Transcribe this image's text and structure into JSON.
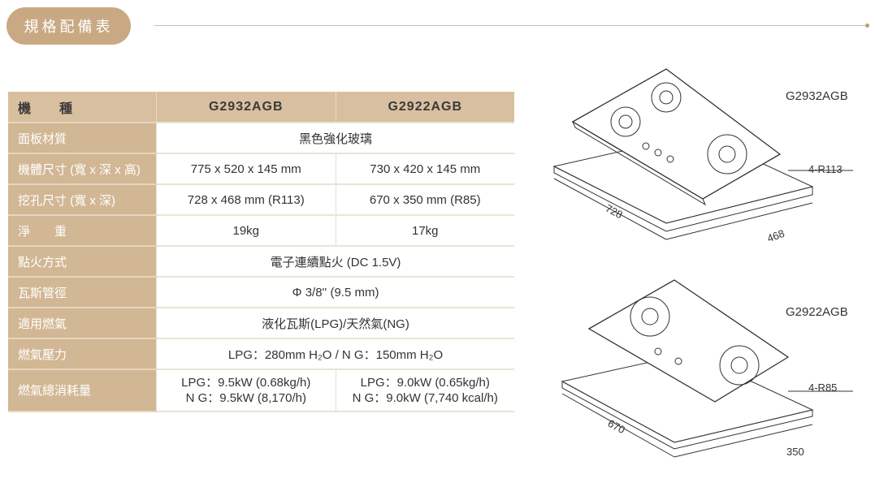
{
  "header": {
    "title": "規格配備表"
  },
  "table": {
    "models": [
      "G2932AGB",
      "G2922AGB"
    ],
    "model_label": "機　　種",
    "rows": [
      {
        "label": "面板材質",
        "span": "黑色強化玻璃"
      },
      {
        "label": "機體尺寸 (寬 x 深 x 高)",
        "a": "775 x 520 x 145 mm",
        "b": "730 x 420 x 145 mm"
      },
      {
        "label": "挖孔尺寸 (寬 x 深)",
        "a": "728 x 468 mm (R113)",
        "b": "670 x 350 mm (R85)"
      },
      {
        "label": "淨　　重",
        "a": "19kg",
        "b": "17kg"
      },
      {
        "label": "點火方式",
        "span": "電子連續點火 (DC 1.5V)"
      },
      {
        "label": "瓦斯管徑",
        "span": "Φ 3/8'' (9.5 mm)"
      },
      {
        "label": "適用燃氣",
        "span": "液化瓦斯(LPG)/天然氣(NG)"
      },
      {
        "label": "燃氣壓力",
        "span": "LPG：280mm H₂O / N G：150mm H₂O"
      },
      {
        "label": "燃氣總消耗量",
        "a1": "LPG：9.5kW (0.68kg/h)",
        "a2": "N G：9.5kW (8,170/h)",
        "b1": "LPG：9.0kW (0.65kg/h)",
        "b2": "N G：9.0kW (7,740 kcal/h)"
      }
    ]
  },
  "diagrams": [
    {
      "model": "G2932AGB",
      "radius": "4-R113",
      "width": "728",
      "depth": "468"
    },
    {
      "model": "G2922AGB",
      "radius": "4-R85",
      "width": "670",
      "depth": "350"
    }
  ]
}
